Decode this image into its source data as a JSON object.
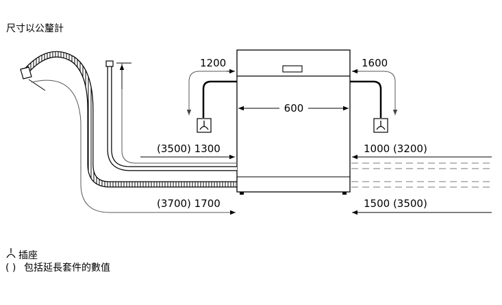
{
  "title": "尺寸以公釐計",
  "dimensions": {
    "width": "600",
    "hose_left_top": "1200",
    "hose_right_top": "1600",
    "left_middle": "(3500) 1300",
    "right_middle": "1000 (3200)",
    "left_bottom": "(3700) 1700",
    "right_bottom": "1500 (3500)"
  },
  "legend": {
    "socket_symbol": "⼈",
    "socket_label": "插座",
    "paren_symbol": "( )",
    "paren_label": "包括延長套件的數值"
  },
  "colors": {
    "line": "#000000",
    "arrow_grey": "#555555",
    "dashed": "#777777"
  }
}
